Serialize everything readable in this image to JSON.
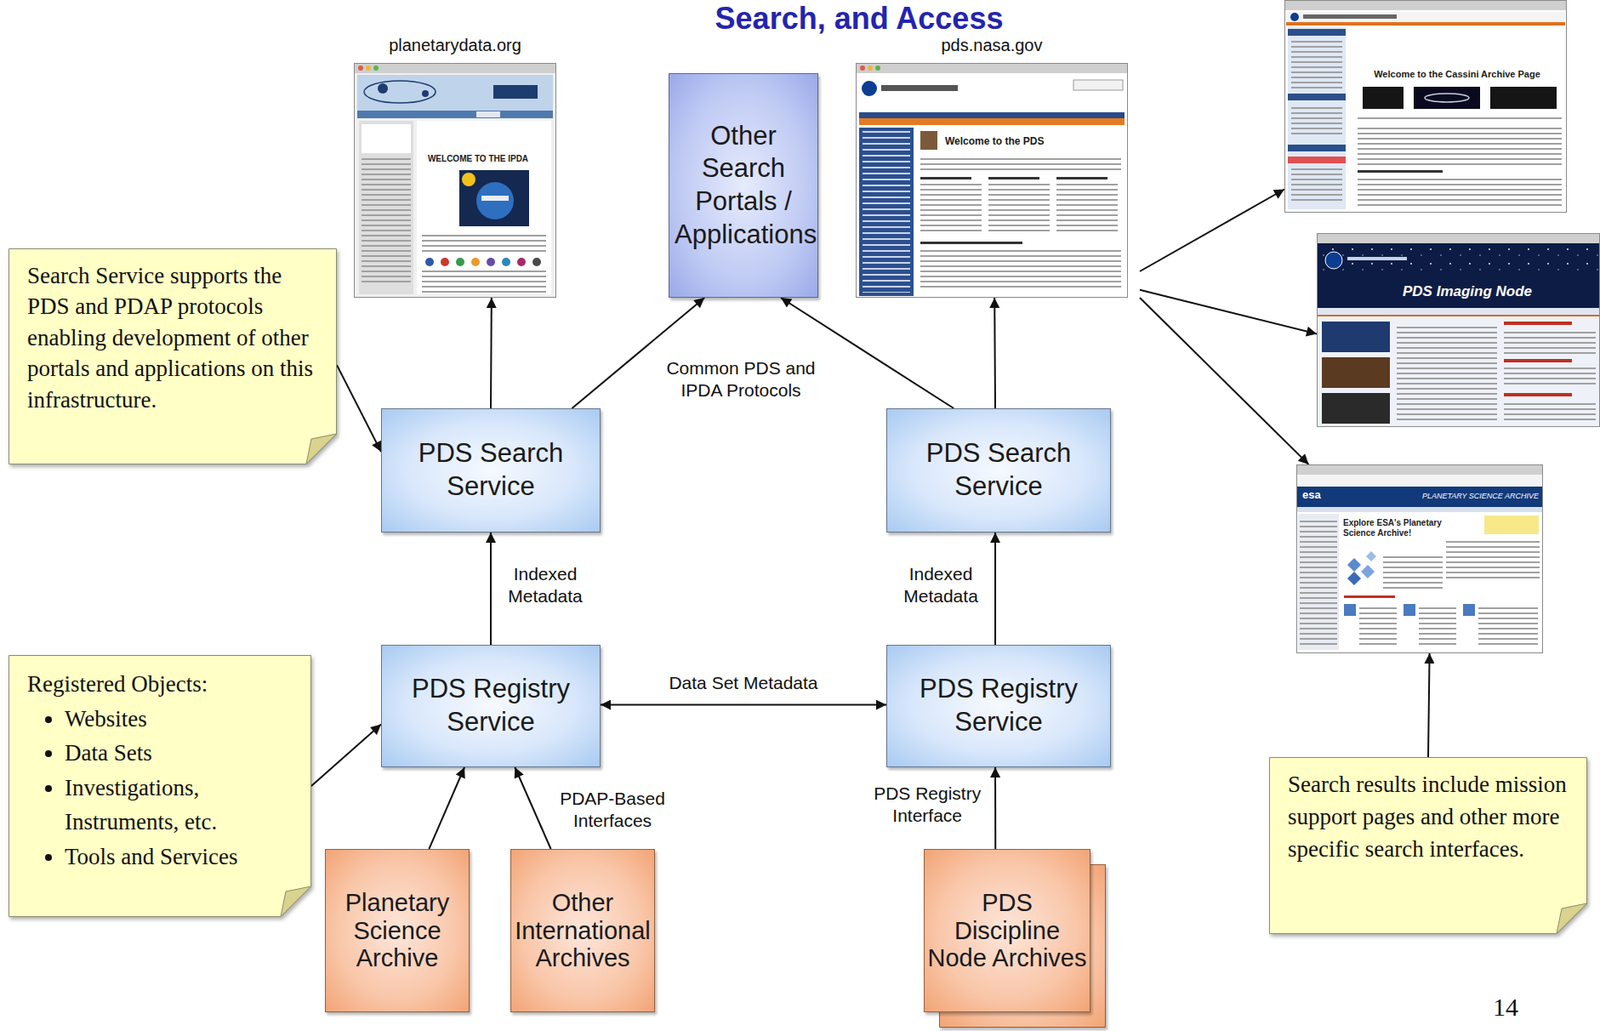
{
  "diagram": {
    "title": "Search, and Access",
    "nodes": [
      {
        "text": [
          "planetarydata.org",
          "WELCOME TO THE IPDA"
        ]
      },
      {
        "text": [
          "Other Search Portals / Applications"
        ]
      },
      {
        "text": [
          "pds.nasa.gov",
          "Welcome to the PDS"
        ]
      },
      {
        "text": [
          "Welcome to the Cassini Archive Page"
        ]
      },
      {
        "text": [
          "PDS Imaging Node"
        ]
      },
      {
        "text": [
          "esa",
          "PLANETARY SCIENCE ARCHIVE",
          "Explore ESA's Planetary Science Archive!"
        ]
      },
      {
        "text": [
          "Search Service supports the PDS and PDAP protocols enabling development of other portals and applications on this infrastructure."
        ]
      },
      {
        "text": [
          "PDS Search Service"
        ]
      },
      {
        "text": [
          "PDS Search Service"
        ]
      },
      {
        "text": [
          "PDS Registry Service"
        ]
      },
      {
        "text": [
          "PDS Registry Service"
        ]
      },
      {
        "text": [
          "Registered Objects:",
          "Websites",
          "Data Sets",
          "Investigations, Instruments, etc.",
          "Tools and Services"
        ]
      },
      {
        "text": [
          "Planetary Science Archive"
        ]
      },
      {
        "text": [
          "Other International Archives"
        ]
      },
      {
        "text": [
          "PDS Discipline Node Archives"
        ]
      },
      {
        "text": [
          "Search results include mission support pages and other more specific search interfaces."
        ]
      }
    ],
    "edges": [
      {
        "from": 7,
        "to": 0,
        "arrow": "to"
      },
      {
        "from": 7,
        "to": 1,
        "arrow": "to"
      },
      {
        "from": 8,
        "to": 1,
        "arrow": "to"
      },
      {
        "from": 8,
        "to": 2,
        "arrow": "to"
      },
      {
        "from": 2,
        "to": 3,
        "arrow": "to"
      },
      {
        "from": 2,
        "to": 4,
        "arrow": "to"
      },
      {
        "from": 2,
        "to": 5,
        "arrow": "to"
      },
      {
        "from": 9,
        "to": 7,
        "label": "Indexed Metadata",
        "arrow": "to"
      },
      {
        "from": 10,
        "to": 8,
        "label": "Indexed Metadata",
        "arrow": "to"
      },
      {
        "from": 9,
        "to": 10,
        "label": "Data Set Metadata",
        "arrow": "both"
      },
      {
        "from": 12,
        "to": 9,
        "arrow": "to"
      },
      {
        "from": 13,
        "to": 9,
        "arrow": "to"
      },
      {
        "from": 14,
        "to": 10,
        "label": "PDS Registry Interface",
        "arrow": "to"
      },
      {
        "from": 6,
        "to": 7,
        "arrow": "to"
      },
      {
        "from": 11,
        "to": 9,
        "arrow": "to"
      },
      {
        "from": 15,
        "to": 5,
        "arrow": "to"
      }
    ],
    "labels": [
      "Common PDS and IPDA Protocols",
      "PDAP-Based Interfaces",
      "14"
    ]
  }
}
